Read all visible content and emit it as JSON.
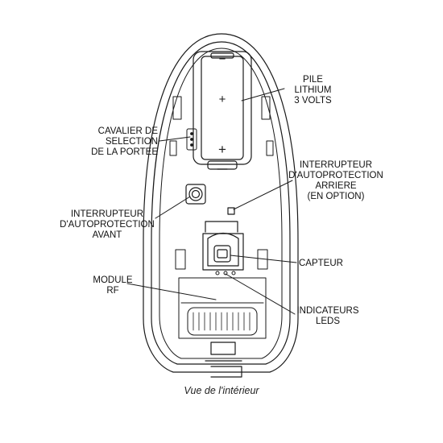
{
  "labels": {
    "pile": [
      "PILE",
      "LITHIUM",
      "3 VOLTS"
    ],
    "cavalier": [
      "CAVALIER DE",
      "SELECTION",
      "DE LA PORTEE"
    ],
    "interrupteur_arriere": [
      "INTERRUPTEUR",
      "D'AUTOPROTECTION",
      "ARRIERE",
      "(EN OPTION)"
    ],
    "interrupteur_avant": [
      "INTERRUPTEUR",
      "D'AUTOPROTECTION",
      "AVANT"
    ],
    "capteur": "CAPTEUR",
    "module_rf": [
      "MODULE",
      "RF"
    ],
    "indicateurs": [
      "INDICATEURS",
      "LEDS"
    ]
  },
  "battery_symbols": {
    "top": "−",
    "middle": "+",
    "bottom": "+"
  },
  "caption": "Vue de l'intérieur",
  "colors": {
    "line": "#1a1a1a",
    "background": "#ffffff"
  }
}
